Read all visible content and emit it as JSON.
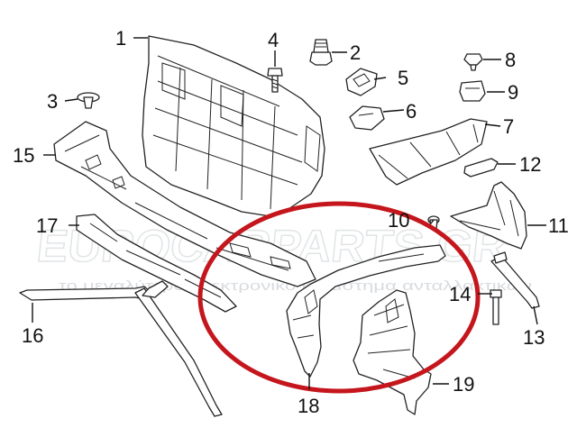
{
  "watermark": {
    "line1": "EUROCARPARTS.GR",
    "line2": "το μεγαλύτερο ηλεκτρονικό κατάστημα ανταλλακτικών"
  },
  "colors": {
    "highlight_ring": "#c4161c",
    "line": "#222222",
    "watermark": "#cfd4d8"
  },
  "callouts": [
    {
      "id": "1",
      "label": "1"
    },
    {
      "id": "2",
      "label": "2"
    },
    {
      "id": "3",
      "label": "3"
    },
    {
      "id": "4",
      "label": "4"
    },
    {
      "id": "5",
      "label": "5"
    },
    {
      "id": "6",
      "label": "6"
    },
    {
      "id": "7",
      "label": "7"
    },
    {
      "id": "8",
      "label": "8"
    },
    {
      "id": "9",
      "label": "9"
    },
    {
      "id": "10",
      "label": "10"
    },
    {
      "id": "11",
      "label": "11"
    },
    {
      "id": "12",
      "label": "12"
    },
    {
      "id": "13",
      "label": "13"
    },
    {
      "id": "14",
      "label": "14"
    },
    {
      "id": "15",
      "label": "15"
    },
    {
      "id": "16",
      "label": "16"
    },
    {
      "id": "17",
      "label": "17"
    },
    {
      "id": "18",
      "label": "18"
    },
    {
      "id": "19",
      "label": "19"
    }
  ]
}
